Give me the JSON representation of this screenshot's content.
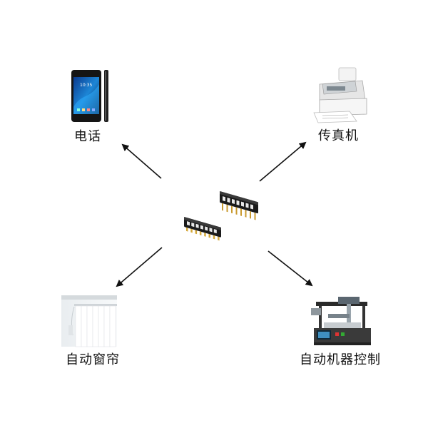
{
  "nodes": {
    "phone": {
      "label": "电话",
      "icon": "phone-icon"
    },
    "fax": {
      "label": "传真机",
      "icon": "fax-machine-icon"
    },
    "curtain": {
      "label": "自动窗帘",
      "icon": "curtain-icon"
    },
    "machine": {
      "label": "自动机器控制",
      "icon": "robot-machine-icon"
    }
  },
  "center": {
    "icon": "dip-switch-icon"
  },
  "colors": {
    "arrow": "#111111",
    "chip": "#1a1a1a",
    "pin": "#c99a2e"
  }
}
